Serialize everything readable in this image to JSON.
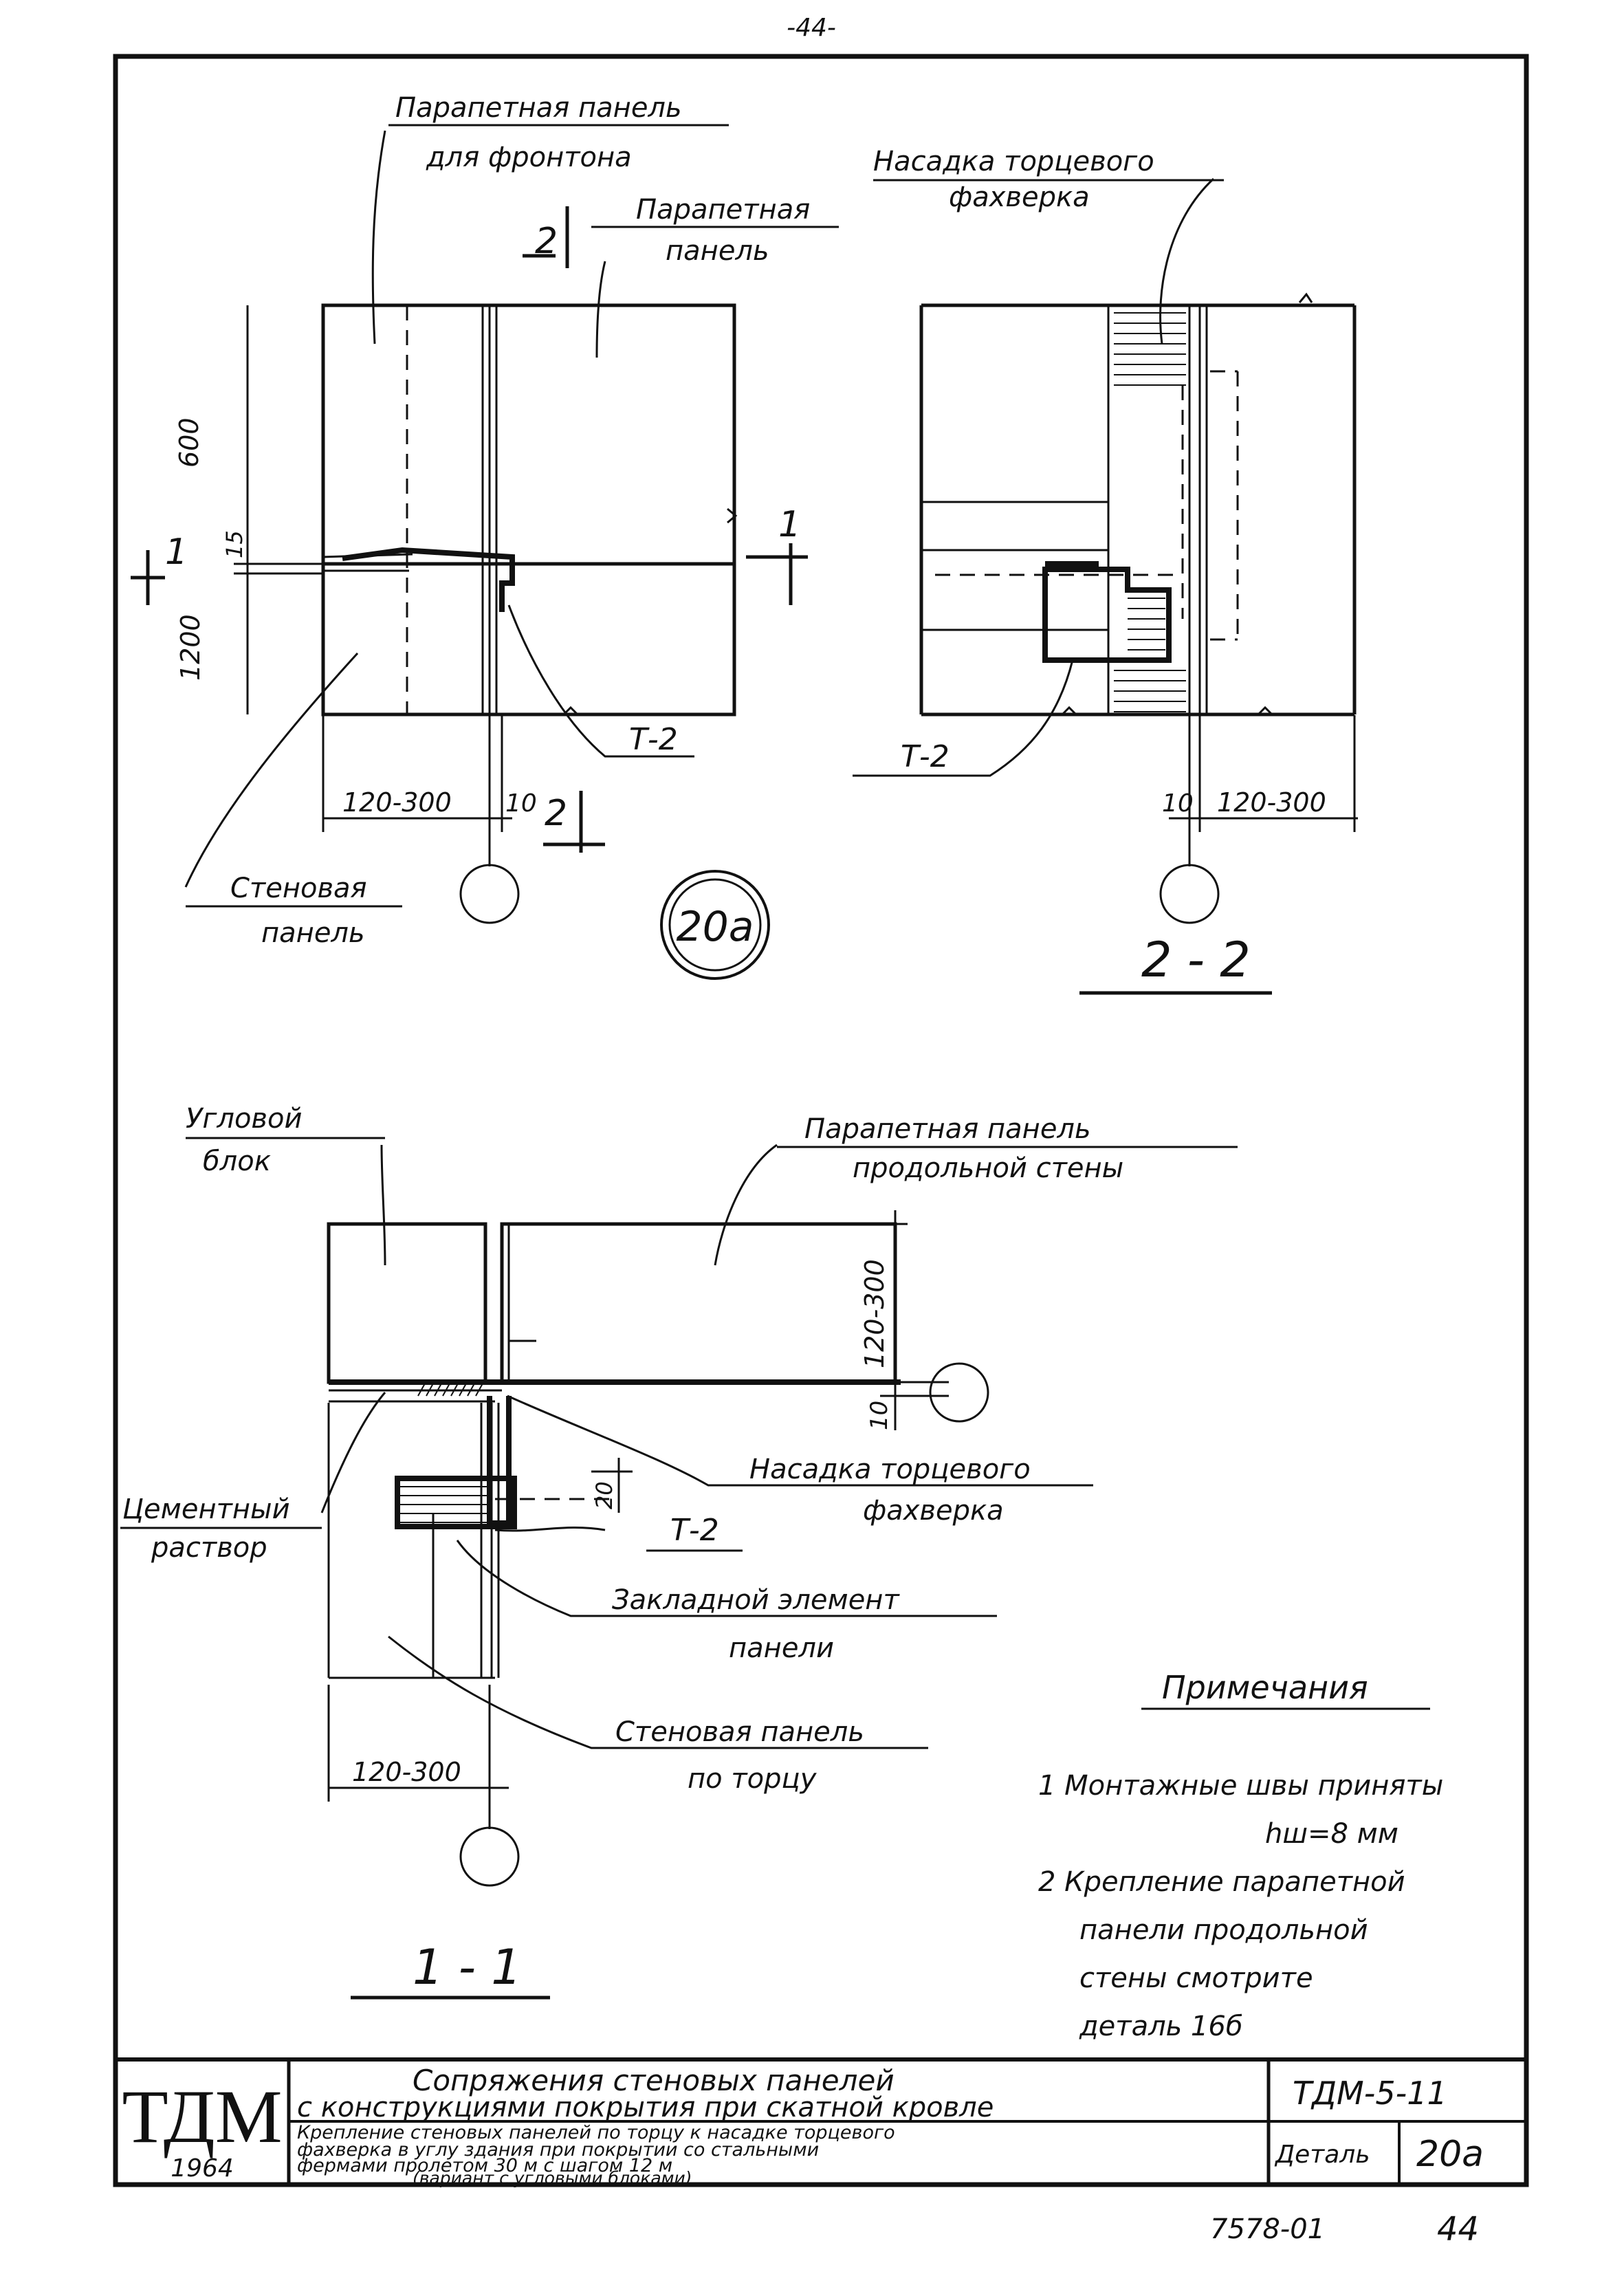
{
  "page_number_top": "-44-",
  "detail_mark": "20a",
  "labels": {
    "parapet_gable": [
      "Парапетная панель",
      "для фронтона"
    ],
    "parapet_panel": [
      "Парапетная",
      "панель"
    ],
    "end_frame_nozzle_top": [
      "Насадка торцевого",
      "фахверка"
    ],
    "wall_panel": [
      "Стеновая",
      "панель"
    ],
    "corner_block": [
      "Угловой",
      "блок"
    ],
    "parapet_long_wall": [
      "Парапетная панель",
      "продольной стены"
    ],
    "end_frame_nozzle_bottom": [
      "Насадка торцевого",
      "фахверка"
    ],
    "cement_mortar": [
      "Цементный",
      "раствор"
    ],
    "embedded_element": [
      "Закладной элемент",
      "панели"
    ],
    "end_wall_panel": [
      "Стеновая панель",
      "по торцу"
    ],
    "t2": "Т-2"
  },
  "dims": {
    "d600": "600",
    "d15": "15",
    "d1200": "1200",
    "d120_300": "120-300",
    "d10": "10",
    "d20": "20"
  },
  "section_marks": {
    "s2": "2",
    "s1": "1",
    "section_2_2": "2 - 2",
    "section_1_1": "1 - 1"
  },
  "notes": {
    "title": "Примечания",
    "items": [
      "1  Монтажные швы приняты",
      "hш=8 мм",
      "2  Крепление парапетной",
      "панели     продольной",
      "стены  смотрите",
      "деталь 16б"
    ]
  },
  "title_block": {
    "logo": "ТДМ",
    "year": "1964",
    "title_line1": "Сопряжения стеновых панелей",
    "title_line2": "с конструкциями покрытия при скатной кровле",
    "sub_lines": [
      "Крепление стеновых панелей по торцу к насадке торцевого",
      "фахверка в углу здания при покрытии со стальными",
      "фермами пролетом 30 м с шагом 12 м",
      "(вариант с угловыми блоками)"
    ],
    "code": "ТДМ-5-11",
    "detail_label": "Деталь",
    "detail_value": "20а"
  },
  "footer": {
    "archive": "7578-01",
    "page": "44"
  }
}
